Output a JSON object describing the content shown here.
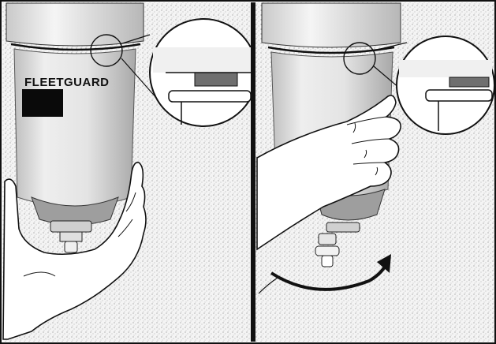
{
  "panels": [
    {
      "id": "left",
      "brand_label": "FLEETGUARD"
    },
    {
      "id": "right"
    }
  ],
  "colors": {
    "background": "#ffffff",
    "stipple": "#9a9a9a",
    "filter_shade": "#d8d8d8",
    "filter_light": "#f2f2f2",
    "outline": "#111111",
    "seal_gray": "#6f6f6f",
    "label_black": "#0a0a0a"
  },
  "icons": {
    "rotation_arrow": "curved-arrow-right"
  }
}
